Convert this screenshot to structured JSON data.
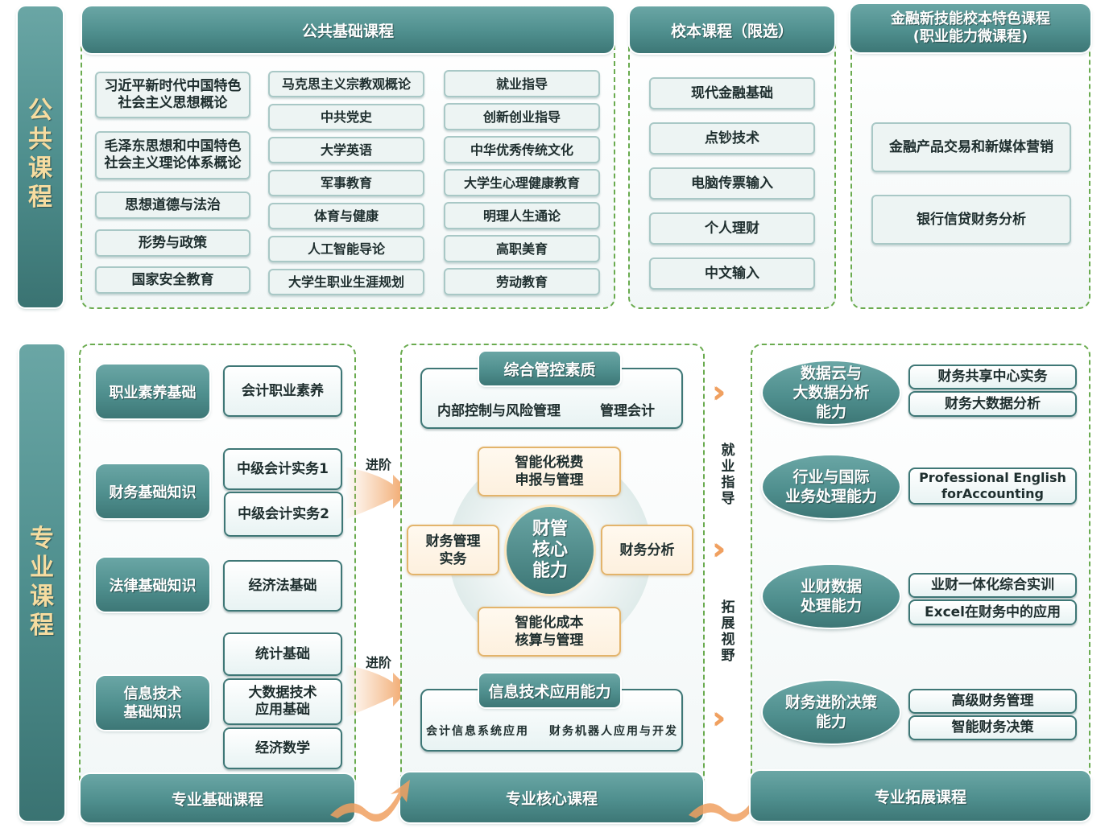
{
  "public_section": {
    "side_title": [
      "公",
      "共",
      "课",
      "程"
    ],
    "basic": {
      "title": "公共基础课程",
      "col1": [
        [
          "习近平新时代中国特色",
          "社会主义思想概论"
        ],
        [
          "毛泽东思想和中国特色",
          "社会主义理论体系概论"
        ],
        [
          "思想道德与法治"
        ],
        [
          "形势与政策"
        ],
        [
          "国家安全教育"
        ]
      ],
      "col2": [
        "马克思主义宗教观概论",
        "中共党史",
        "大学英语",
        "军事教育",
        "体育与健康",
        "人工智能导论",
        "大学生职业生涯规划"
      ],
      "col3": [
        "就业指导",
        "创新创业指导",
        "中华优秀传统文化",
        "大学生心理健康教育",
        "明理人生通论",
        "高职美育",
        "劳动教育"
      ]
    },
    "school": {
      "title": "校本课程（限选）",
      "items": [
        "现代金融基础",
        "点钞技术",
        "电脑传票输入",
        "个人理财",
        "中文输入"
      ]
    },
    "feature": {
      "title_line1": "金融新技能校本特色课程",
      "title_line2": "(职业能力微课程)",
      "items": [
        "金融产品交易和新媒体营销",
        "银行信贷财务分析"
      ]
    }
  },
  "professional_section": {
    "side_title": [
      "专",
      "业",
      "课",
      "程"
    ],
    "foundation": {
      "footer": "专业基础课程",
      "groups": [
        {
          "category": [
            "职业素养基础"
          ],
          "courses": [
            "会计职业素养"
          ]
        },
        {
          "category": [
            "财务基础知识"
          ],
          "courses": [
            "中级会计实务1",
            "中级会计实务2"
          ]
        },
        {
          "category": [
            "法律基础知识"
          ],
          "courses": [
            "经济法基础"
          ]
        },
        {
          "category": [
            "信息技术",
            "基础知识"
          ],
          "courses": [
            [
              "统计基础"
            ],
            [
              "大数据技术",
              "应用基础"
            ],
            [
              "经济数学"
            ]
          ]
        }
      ]
    },
    "advance_labels": [
      "进阶",
      "进阶"
    ],
    "core": {
      "footer": "专业核心课程",
      "management": {
        "title": "综合管控素质",
        "items": [
          "内部控制与风险管理",
          "管理会计"
        ]
      },
      "center": [
        "财管",
        "核心",
        "能力"
      ],
      "ring": {
        "top": [
          "智能化税费",
          "申报与管理"
        ],
        "left": [
          "财务管理",
          "实务"
        ],
        "right": [
          "财务分析"
        ],
        "bottom": [
          "智能化成本",
          "核算与管理"
        ]
      },
      "it": {
        "title": "信息技术应用能力",
        "items": [
          "会计信息系统应用",
          "财务机器人应用与开发"
        ]
      }
    },
    "side_labels": {
      "employment": [
        "就",
        "业",
        "指",
        "导"
      ],
      "horizon": [
        "拓",
        "展",
        "视",
        "野"
      ]
    },
    "extension": {
      "footer": "专业拓展课程",
      "groups": [
        {
          "ability": [
            "数据云与",
            "大数据分析",
            "能力"
          ],
          "courses": [
            [
              "财务共享中心实务"
            ],
            [
              "财务大数据分析"
            ]
          ]
        },
        {
          "ability": [
            "行业与国际",
            "业务处理能力"
          ],
          "courses": [
            [
              "Professional English",
              "forAccounting"
            ]
          ]
        },
        {
          "ability": [
            "业财数据",
            "处理能力"
          ],
          "courses": [
            [
              "业财一体化综合实训"
            ],
            [
              "Excel在财务中的应用"
            ]
          ]
        },
        {
          "ability": [
            "财务进阶决策",
            "能力"
          ],
          "courses": [
            [
              "高级财务管理"
            ],
            [
              "智能财务决策"
            ]
          ]
        }
      ]
    }
  },
  "colors": {
    "teal": "#4f8f8e",
    "teal_dark": "#3d7776",
    "side_title_text": "#f6dca0",
    "dashed_border": "#6aab4f",
    "orange_accent": "#f0a060",
    "orange_border": "#e3b46b"
  }
}
